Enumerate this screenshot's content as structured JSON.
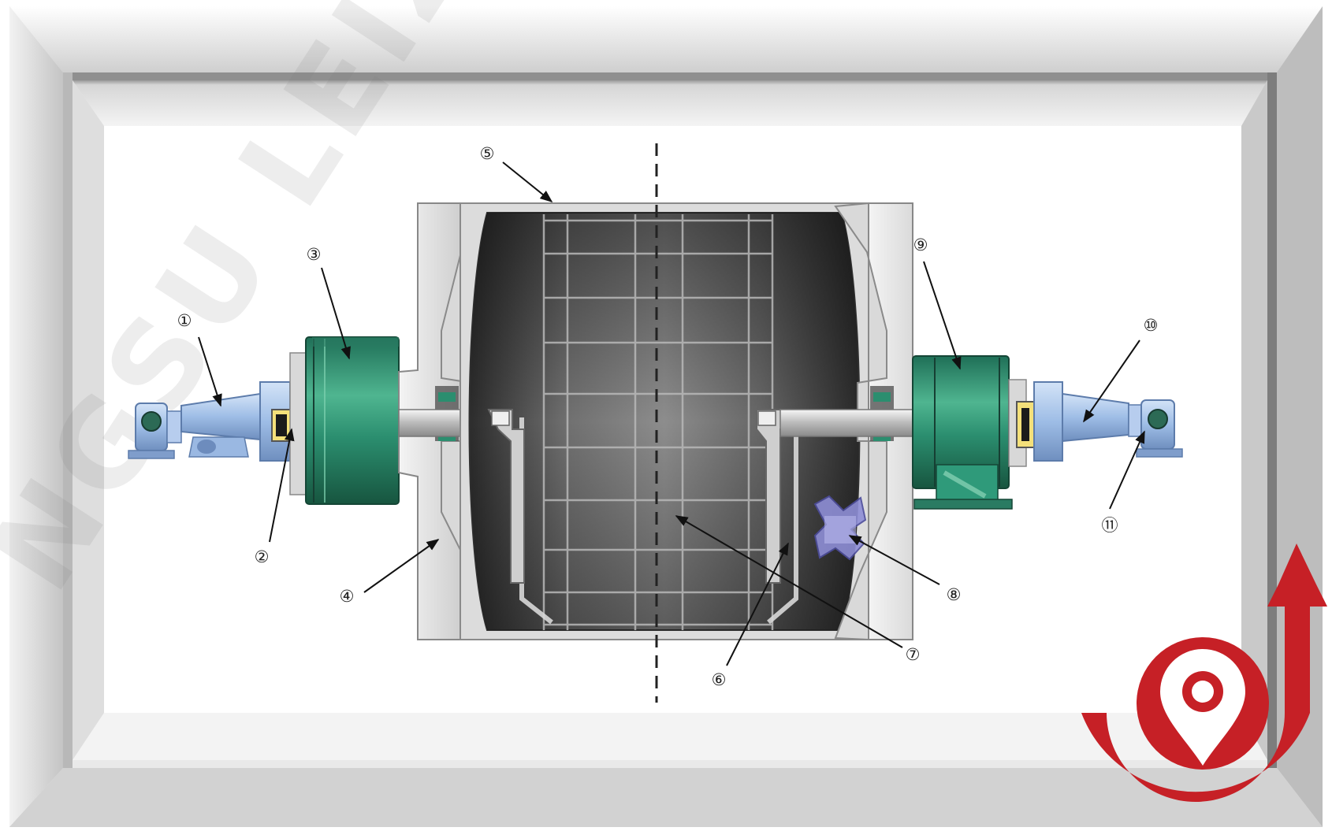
{
  "diagram": {
    "callouts": [
      "①",
      "②",
      "③",
      "④",
      "⑤",
      "⑥",
      "⑦",
      "⑧",
      "⑨",
      "⑩",
      "⑪"
    ]
  },
  "watermark": {
    "text": "NGSU LEIZHAN"
  },
  "logo": {
    "icon": "location-pin-icon",
    "colors": {
      "primary": "#c62026",
      "secondary": "#ffffff"
    }
  },
  "colors": {
    "frame": "#d9d9d9",
    "frame_dark": "#a8a8a8",
    "drum": "#5e5e5e",
    "bearing": "#2f9a7a",
    "shaft_blue": "#a9c6ec",
    "housing": "#e4e4e4"
  }
}
